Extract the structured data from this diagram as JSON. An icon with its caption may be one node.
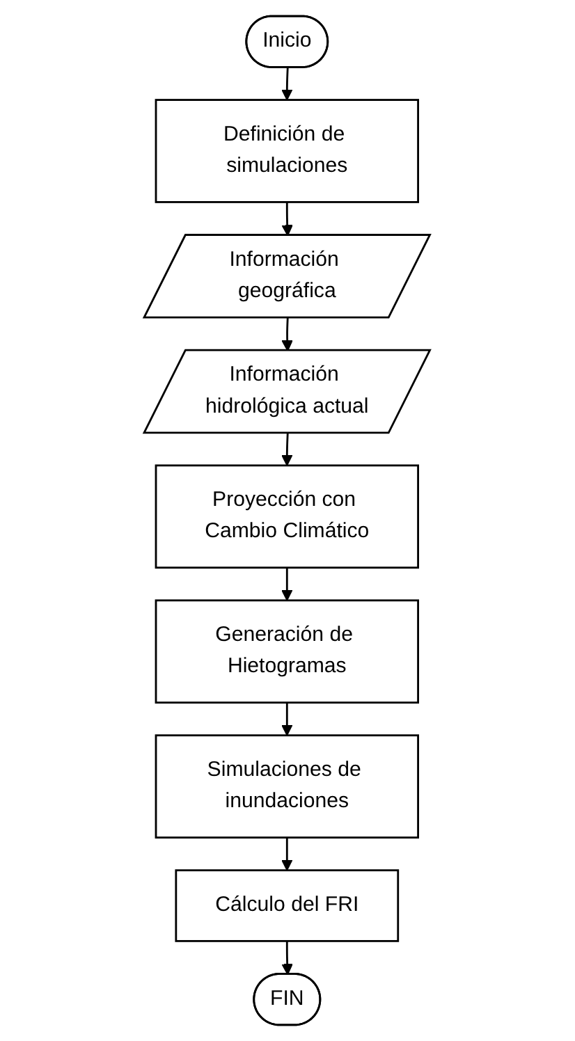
{
  "diagram": {
    "nodes": [
      {
        "text": [
          "Inicio"
        ]
      },
      {
        "text": [
          "Definición de simulaciones"
        ]
      },
      {
        "text": [
          "Información geográfica"
        ]
      },
      {
        "text": [
          "Información hidrológica actual"
        ]
      },
      {
        "text": [
          "Proyección con Cambio Climático"
        ]
      },
      {
        "text": [
          "Generación de Hietogramas"
        ]
      },
      {
        "text": [
          "Simulaciones de inundaciones"
        ]
      },
      {
        "text": [
          "Cálculo del FRI"
        ]
      },
      {
        "text": [
          "FIN"
        ]
      }
    ],
    "edges": [
      {
        "from": 0,
        "to": 1,
        "arrow": "to"
      },
      {
        "from": 1,
        "to": 2,
        "arrow": "to"
      },
      {
        "from": 2,
        "to": 3,
        "arrow": "to"
      },
      {
        "from": 3,
        "to": 4,
        "arrow": "to"
      },
      {
        "from": 4,
        "to": 5,
        "arrow": "to"
      },
      {
        "from": 5,
        "to": 6,
        "arrow": "to"
      },
      {
        "from": 6,
        "to": 7,
        "arrow": "to"
      },
      {
        "from": 7,
        "to": 8,
        "arrow": "to"
      }
    ]
  }
}
